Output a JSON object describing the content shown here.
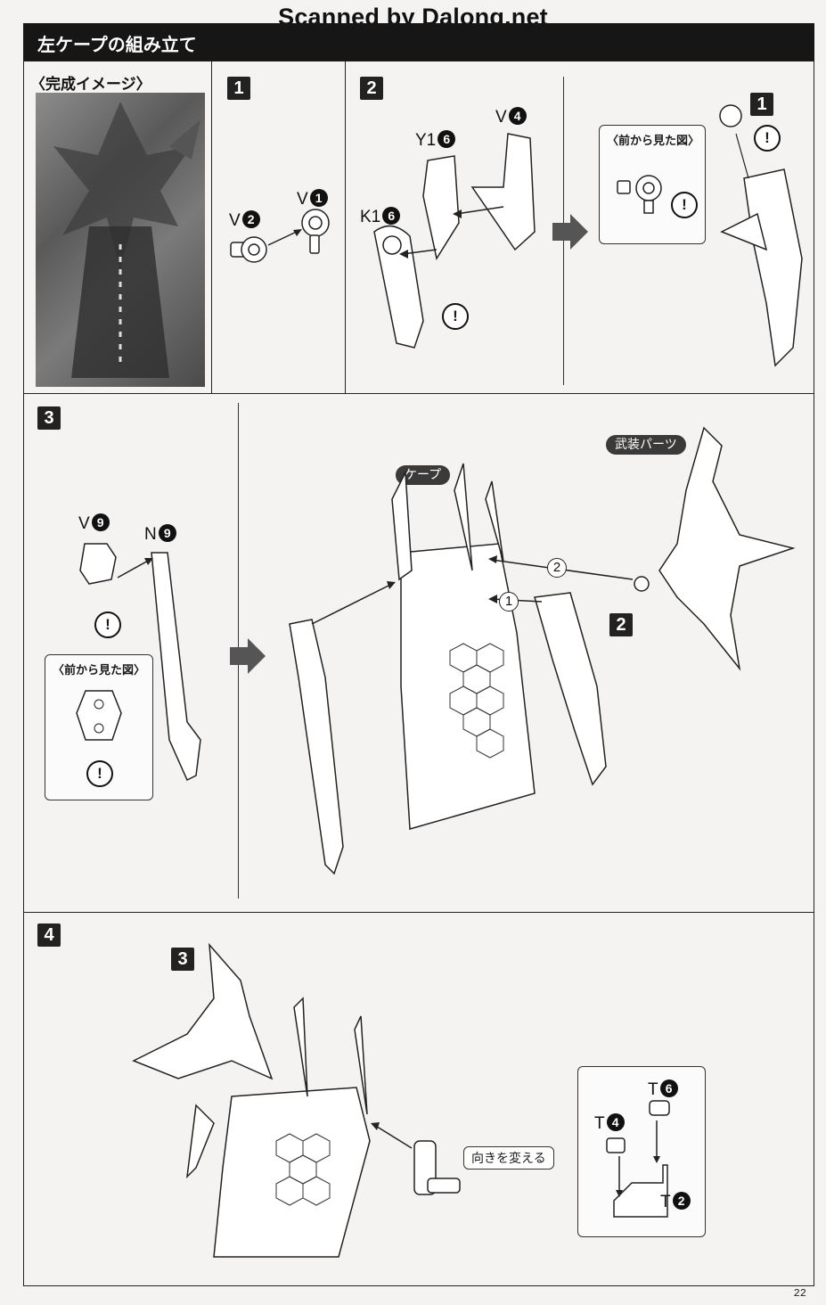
{
  "watermark": "Scanned by Dalong.net",
  "header": {
    "title": "左ケープの組み立て"
  },
  "preview": {
    "title": "〈完成イメージ〉"
  },
  "steps": {
    "s1": {
      "number": "1",
      "parts": [
        {
          "letter": "V",
          "num": "2"
        },
        {
          "letter": "V",
          "num": "1"
        }
      ]
    },
    "s2": {
      "number": "2",
      "parts": [
        {
          "letter": "Y1",
          "num": "6"
        },
        {
          "letter": "V",
          "num": "4"
        },
        {
          "letter": "K1",
          "num": "6"
        }
      ],
      "result_ref": "1",
      "inset_title": "〈前から見た図〉"
    },
    "s3": {
      "number": "3",
      "parts": [
        {
          "letter": "V",
          "num": "9"
        },
        {
          "letter": "N",
          "num": "9"
        }
      ],
      "inset_title": "〈前から見た図〉",
      "tag_cape": "ケープ",
      "tag_weapon": "武装パーツ",
      "order_1": "1",
      "order_2": "2",
      "ref_step": "2"
    },
    "s4": {
      "number": "4",
      "ref_step": "3",
      "turn_label": "向きを変える",
      "parts": [
        {
          "letter": "T",
          "num": "6"
        },
        {
          "letter": "T",
          "num": "4"
        },
        {
          "letter": "T",
          "num": "2"
        }
      ]
    }
  },
  "caution_mark": "!",
  "page_number": "22",
  "colors": {
    "header_bg": "#161616",
    "ink": "#1a1a1a",
    "paper": "#f4f3f1"
  }
}
